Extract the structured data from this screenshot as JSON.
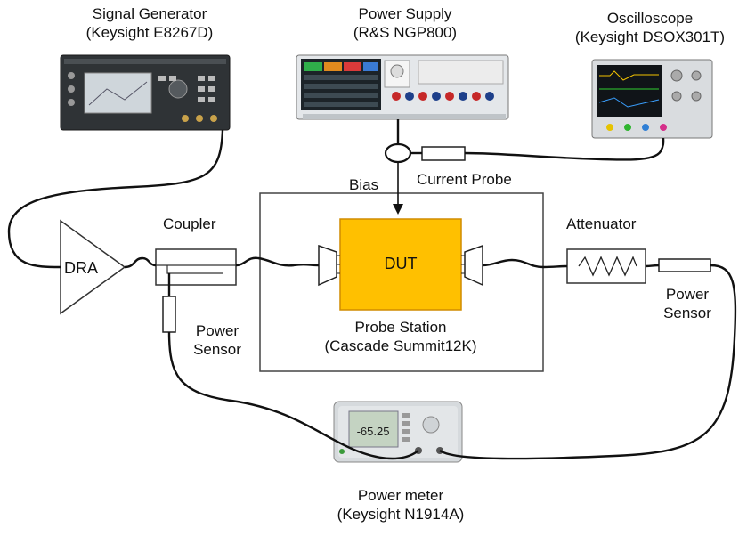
{
  "signal_generator": {
    "name": "Signal Generator",
    "model": "(Keysight E8267D)"
  },
  "power_supply": {
    "name": "Power Supply",
    "model": "(R&S NGP800)"
  },
  "oscilloscope": {
    "name": "Oscilloscope",
    "model": "(Keysight DSOX301T)"
  },
  "dra": {
    "label": "DRA"
  },
  "coupler": {
    "label": "Coupler"
  },
  "bias": {
    "label": "Bias"
  },
  "current_probe": {
    "label": "Current Probe"
  },
  "dut": {
    "label": "DUT"
  },
  "probe_station": {
    "name": "Probe Station",
    "model": "(Cascade Summit12K)"
  },
  "attenuator": {
    "label": "Attenuator"
  },
  "power_sensor_left": {
    "line1": "Power",
    "line2": "Sensor"
  },
  "power_sensor_right": {
    "line1": "Power",
    "line2": "Sensor"
  },
  "power_meter": {
    "name": "Power meter",
    "model": "(Keysight N1914A)",
    "display_value": "-65.25"
  },
  "colors": {
    "dut_fill": "#FFC000",
    "dut_stroke": "#D08C00",
    "line": "#111111",
    "outline": "#555555"
  }
}
